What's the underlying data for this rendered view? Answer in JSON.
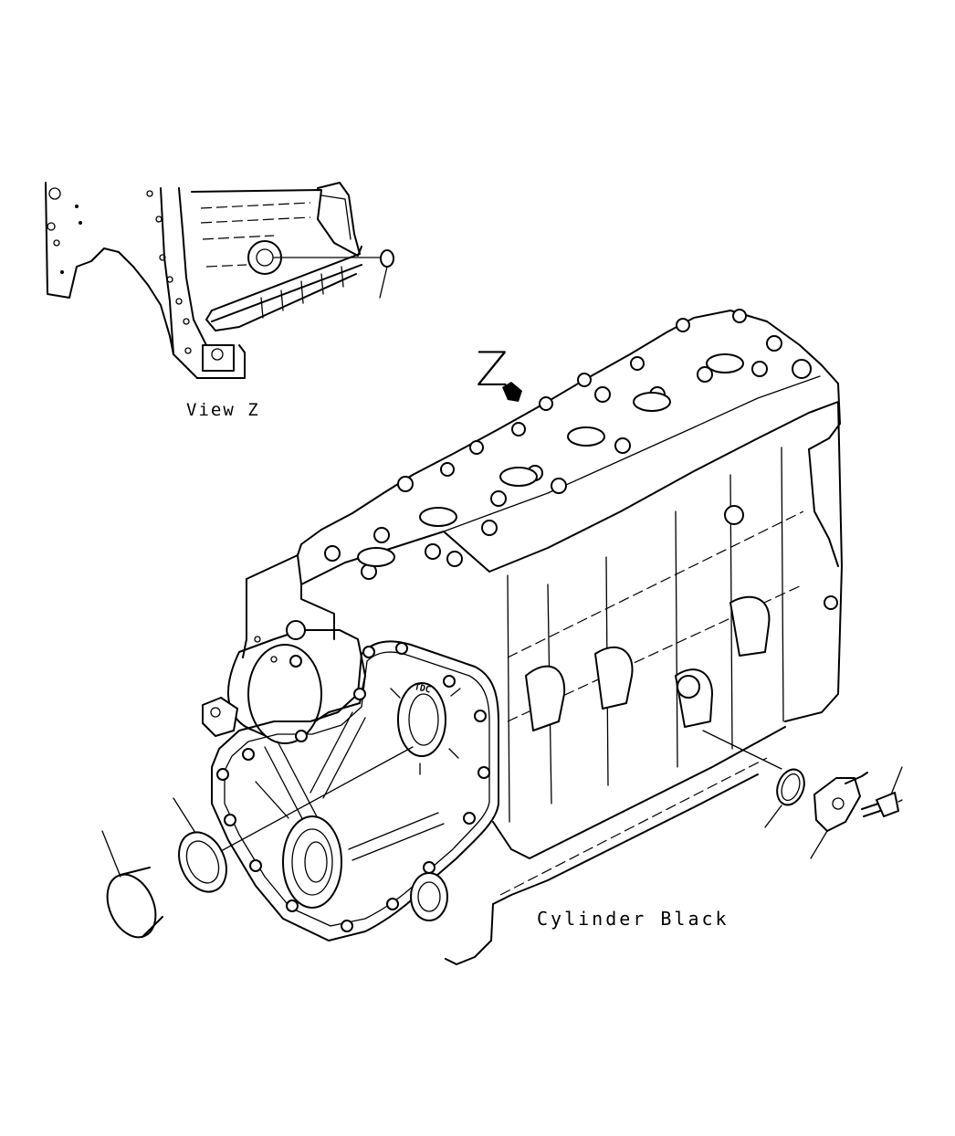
{
  "labels": {
    "view_z": "View Z",
    "cylinder_block": "Cylinder Black",
    "z_marker": "Z",
    "tdc_mark": "TDC"
  },
  "colors": {
    "line": "#000000",
    "background": "#ffffff"
  }
}
